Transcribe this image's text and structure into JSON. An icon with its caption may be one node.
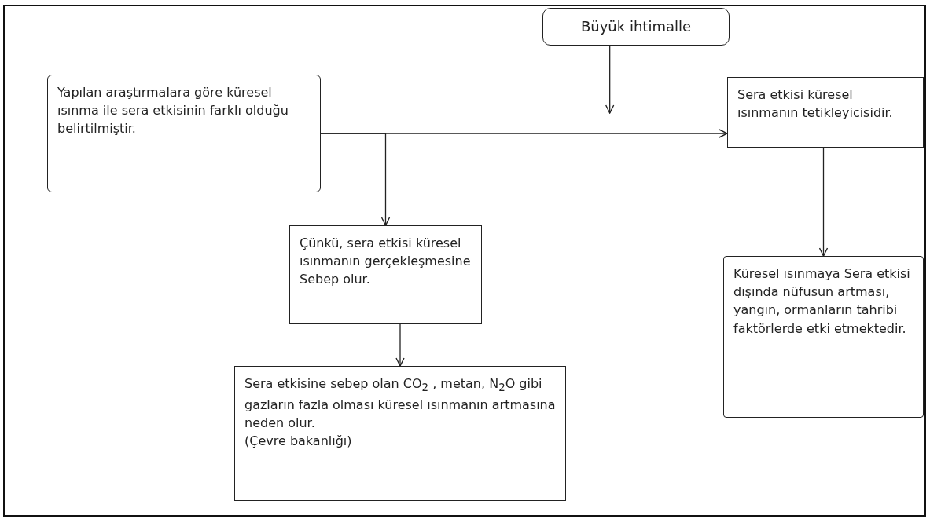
{
  "diagram": {
    "nodes": [
      {
        "text": [
          "Yapılan araştırmalara göre küresel ısınma ile sera etkisinin farklı olduğu belirtilmiştir."
        ]
      },
      {
        "text": [
          "Büyük ihtimalle"
        ]
      },
      {
        "text": [
          "Sera etkisi küresel ısınmanın tetikleyicisidir."
        ]
      },
      {
        "text": [
          "Çünkü, sera etkisi küresel ısınmanın gerçekleşmesine Sebep olur."
        ]
      },
      {
        "text": [
          "Sera etkisine sebep olan CO$_{2}$ , metan, N$_{2}$O gibi gazların fazla olması küresel ısınmanın artmasına neden olur.",
          "(Çevre bakanlığı)"
        ]
      },
      {
        "text": [
          "Küresel ısınmaya Sera etkisi dışında nüfusun artması, yangın, ormanların tahribi faktörlerde etki etmektedir."
        ]
      }
    ],
    "edges": [
      {
        "from": 0,
        "to": 2,
        "arrow": "to"
      },
      {
        "from": 0,
        "to": 3,
        "arrow": "to"
      },
      {
        "from": 1,
        "to": null,
        "arrow": "to"
      },
      {
        "from": 2,
        "to": 5,
        "arrow": "to"
      },
      {
        "from": 3,
        "to": 4,
        "arrow": "to"
      }
    ]
  }
}
